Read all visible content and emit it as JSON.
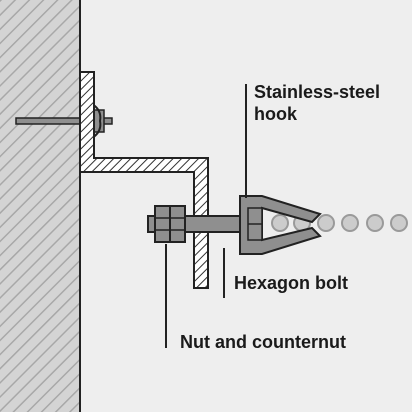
{
  "labels": {
    "hook_line1": "Stainless-steel",
    "hook_line2": "hook",
    "hexagon_bolt": "Hexagon bolt",
    "nut_counternut": "Nut and counternut"
  },
  "colors": {
    "background": "#eeeeee",
    "wall_fill": "#d4d4d4",
    "hatch": "#a8a8a8",
    "steel": "#8f8f8f",
    "outline": "#222222",
    "chain_link": "#cccccc",
    "text": "#1a1a1a"
  }
}
